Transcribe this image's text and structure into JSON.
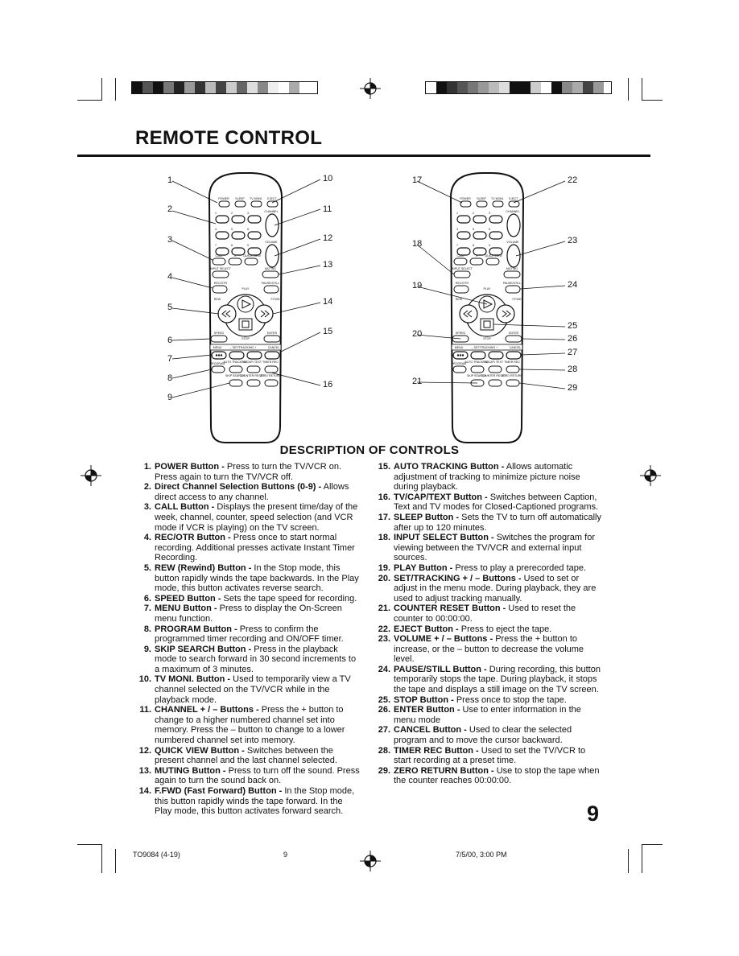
{
  "header": {
    "title": "REMOTE CONTROL",
    "left_bar_colors": [
      "#111",
      "#555",
      "#111",
      "#777",
      "#222",
      "#999",
      "#333",
      "#bbb",
      "#444",
      "#ccc",
      "#666",
      "#ddd",
      "#888",
      "#eee",
      "#ffffff",
      "#aaa",
      "#fff"
    ],
    "right_bar_colors": [
      "#fff",
      "#111",
      "#333",
      "#555",
      "#777",
      "#999",
      "#bbb",
      "#ddd",
      "#111",
      "#111",
      "#ccc",
      "#fff",
      "#111",
      "#888",
      "#aaa",
      "#444",
      "#999"
    ]
  },
  "remote_left": {
    "callouts": [
      "1",
      "2",
      "3",
      "4",
      "5",
      "6",
      "7",
      "8",
      "9",
      "10",
      "11",
      "12",
      "13",
      "14",
      "15",
      "16"
    ]
  },
  "remote_right": {
    "callouts": [
      "17",
      "18",
      "19",
      "20",
      "21",
      "22",
      "23",
      "24",
      "25",
      "26",
      "27",
      "28",
      "29"
    ]
  },
  "remote_button_labels": {
    "power": "POWER",
    "sleep": "SLEEP",
    "tv_moni": "TV MONI.",
    "eject": "EJECT",
    "channel": "CHANNEL",
    "volume": "VOLUME",
    "call": "CALL",
    "quick_view": "QUICK VIEW",
    "input_select": "INPUT SELECT",
    "muting": "MUTING",
    "rec_otr": "REC/OTR",
    "play": "PLAY",
    "pause_still": "PAUSE/STILL",
    "rew": "REW",
    "ffwd": "F.FWD",
    "speed": "SPEED",
    "stop": "STOP",
    "enter": "ENTER",
    "menu": "MENU",
    "set_tracking": "– SET/TRACKING +",
    "cancel": "CANCEL",
    "program": "PROGRAM",
    "auto_tracking": "AUTO TRACKING",
    "tvcap_text": "TV/CAP/ TEXT",
    "timer_rec": "TIMER REC",
    "skip_search": "SKIP SEARCH",
    "counter_reset": "COUNTER RESET",
    "zero_return": "ZERO RETURN",
    "digits": [
      "1",
      "2",
      "3",
      "4",
      "5",
      "6",
      "7",
      "8",
      "9",
      "0"
    ]
  },
  "description": {
    "title": "DESCRIPTION OF CONTROLS",
    "left": [
      {
        "num": "1.",
        "name": "POWER Button -",
        "text": " Press to turn the TV/VCR on. Press again to turn the TV/VCR off."
      },
      {
        "num": "2.",
        "name": "Direct Channel Selection Buttons (0-9) -",
        "text": " Allows direct access to any channel."
      },
      {
        "num": "3.",
        "name": "CALL Button -",
        "text": " Displays the present time/day of the week, channel, counter, speed selection (and VCR mode if VCR is playing) on the TV screen."
      },
      {
        "num": "4.",
        "name": "REC/OTR Button -",
        "text": " Press once to start normal recording. Additional presses activate Instant Timer Recording."
      },
      {
        "num": "5.",
        "name": "REW (Rewind) Button -",
        "text": " In the Stop mode, this button rapidly winds the tape backwards. In the Play mode, this button activates reverse search."
      },
      {
        "num": "6.",
        "name": "SPEED Button -",
        "text": " Sets the tape speed for recording."
      },
      {
        "num": "7.",
        "name": "MENU Button -",
        "text": " Press to display the On-Screen menu function."
      },
      {
        "num": "8.",
        "name": "PROGRAM Button -",
        "text": " Press to confirm the programmed timer recording and ON/OFF timer."
      },
      {
        "num": "9.",
        "name": "SKIP SEARCH Button -",
        "text": " Press in the playback mode to search forward in 30 second increments to a maximum of 3 minutes."
      },
      {
        "num": "10.",
        "name": "TV MONI. Button -",
        "text": " Used to temporarily view a TV channel selected on the TV/VCR while in the playback mode."
      },
      {
        "num": "11.",
        "name": "CHANNEL + / – Buttons -",
        "text": " Press the + button to change to a higher numbered channel set into memory. Press the – button to change to a lower numbered channel set into memory."
      },
      {
        "num": "12.",
        "name": "QUICK VIEW Button -",
        "text": " Switches between the present channel and the last channel selected."
      },
      {
        "num": "13.",
        "name": "MUTING Button -",
        "text": " Press to turn off the sound. Press again to turn the sound back on."
      },
      {
        "num": "14.",
        "name": "F.FWD (Fast Forward) Button -",
        "text": " In the Stop mode, this button rapidly winds the tape forward. In the Play mode, this button activates forward search."
      }
    ],
    "right": [
      {
        "num": "15.",
        "name": "AUTO TRACKING Button -",
        "text": " Allows automatic adjustment of tracking to minimize picture noise during playback."
      },
      {
        "num": "16.",
        "name": "TV/CAP/TEXT Button -",
        "text": " Switches between Caption, Text and TV modes for Closed-Captioned programs."
      },
      {
        "num": "17.",
        "name": "SLEEP Button -",
        "text": " Sets the TV to turn off automatically after up to 120 minutes."
      },
      {
        "num": "18.",
        "name": "INPUT SELECT Button -",
        "text": " Switches the program for viewing between the TV/VCR and external input sources."
      },
      {
        "num": "19.",
        "name": "PLAY Button -",
        "text": " Press to play a prerecorded tape."
      },
      {
        "num": "20.",
        "name": "SET/TRACKING + / – Buttons -",
        "text": " Used to set or adjust in the menu mode. During playback, they are used to adjust tracking manually."
      },
      {
        "num": "21.",
        "name": "COUNTER RESET Button -",
        "text": " Used to reset the counter to 00:00:00."
      },
      {
        "num": "22.",
        "name": "EJECT Button -",
        "text": " Press to eject the tape."
      },
      {
        "num": "23.",
        "name": "VOLUME + / – Buttons -",
        "text": " Press the + button to increase, or the – button to decrease the volume level."
      },
      {
        "num": "24.",
        "name": "PAUSE/STILL Button -",
        "text": " During recording, this button temporarily stops the tape. During playback, it stops the tape and displays a still image on the TV screen."
      },
      {
        "num": "25.",
        "name": "STOP Button -",
        "text": " Press once to stop the tape."
      },
      {
        "num": "26.",
        "name": "ENTER Button -",
        "text": " Use to enter information in the menu mode"
      },
      {
        "num": "27.",
        "name": "CANCEL Button -",
        "text": " Used to clear the selected program and to move the cursor backward."
      },
      {
        "num": "28.",
        "name": "TIMER REC Button -",
        "text": " Used to set the TV/VCR to start recording at a preset time."
      },
      {
        "num": "29.",
        "name": "ZERO RETURN Button -",
        "text": " Use to stop the tape when the counter reaches 00:00:00."
      }
    ]
  },
  "page_number": "9",
  "footer": {
    "code": "TO9084 (4-19)",
    "page": "9",
    "date": "7/5/00, 3:00 PM"
  }
}
